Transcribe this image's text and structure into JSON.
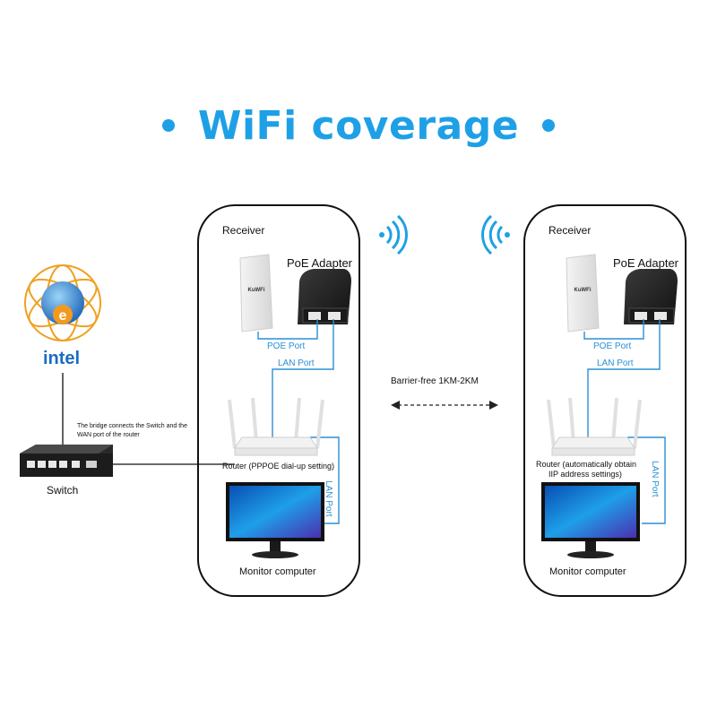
{
  "title": "WiFi coverage",
  "left_panel": {
    "receiver": "Receiver",
    "poe_adapter": "PoE Adapter",
    "poe_port": "POE Port",
    "lan_port": "LAN Port",
    "router": "Router (PPPOE dial-up setting)",
    "lan_port_vertical": "LAN Port",
    "monitor": "Monitor computer",
    "cpe_brand": "KuWFi"
  },
  "right_panel": {
    "receiver": "Receiver",
    "poe_adapter": "PoE Adapter",
    "poe_port": "POE Port",
    "lan_port": "LAN Port",
    "router_line1": "Router (automatically obtain",
    "router_line2": "IIP address settings)",
    "lan_port_vertical": "LAN Port",
    "monitor": "Monitor computer",
    "cpe_brand": "KuWFi"
  },
  "link_label": "Barrier-free 1KM-2KM",
  "switch_label": "Switch",
  "bridge_note_line1": "The bridge connects the Switch and the",
  "bridge_note_line2": "WAN port of the router",
  "internet_logo": "intel",
  "colors": {
    "accent": "#1ea0e6",
    "cable": "#2a8fd4"
  }
}
